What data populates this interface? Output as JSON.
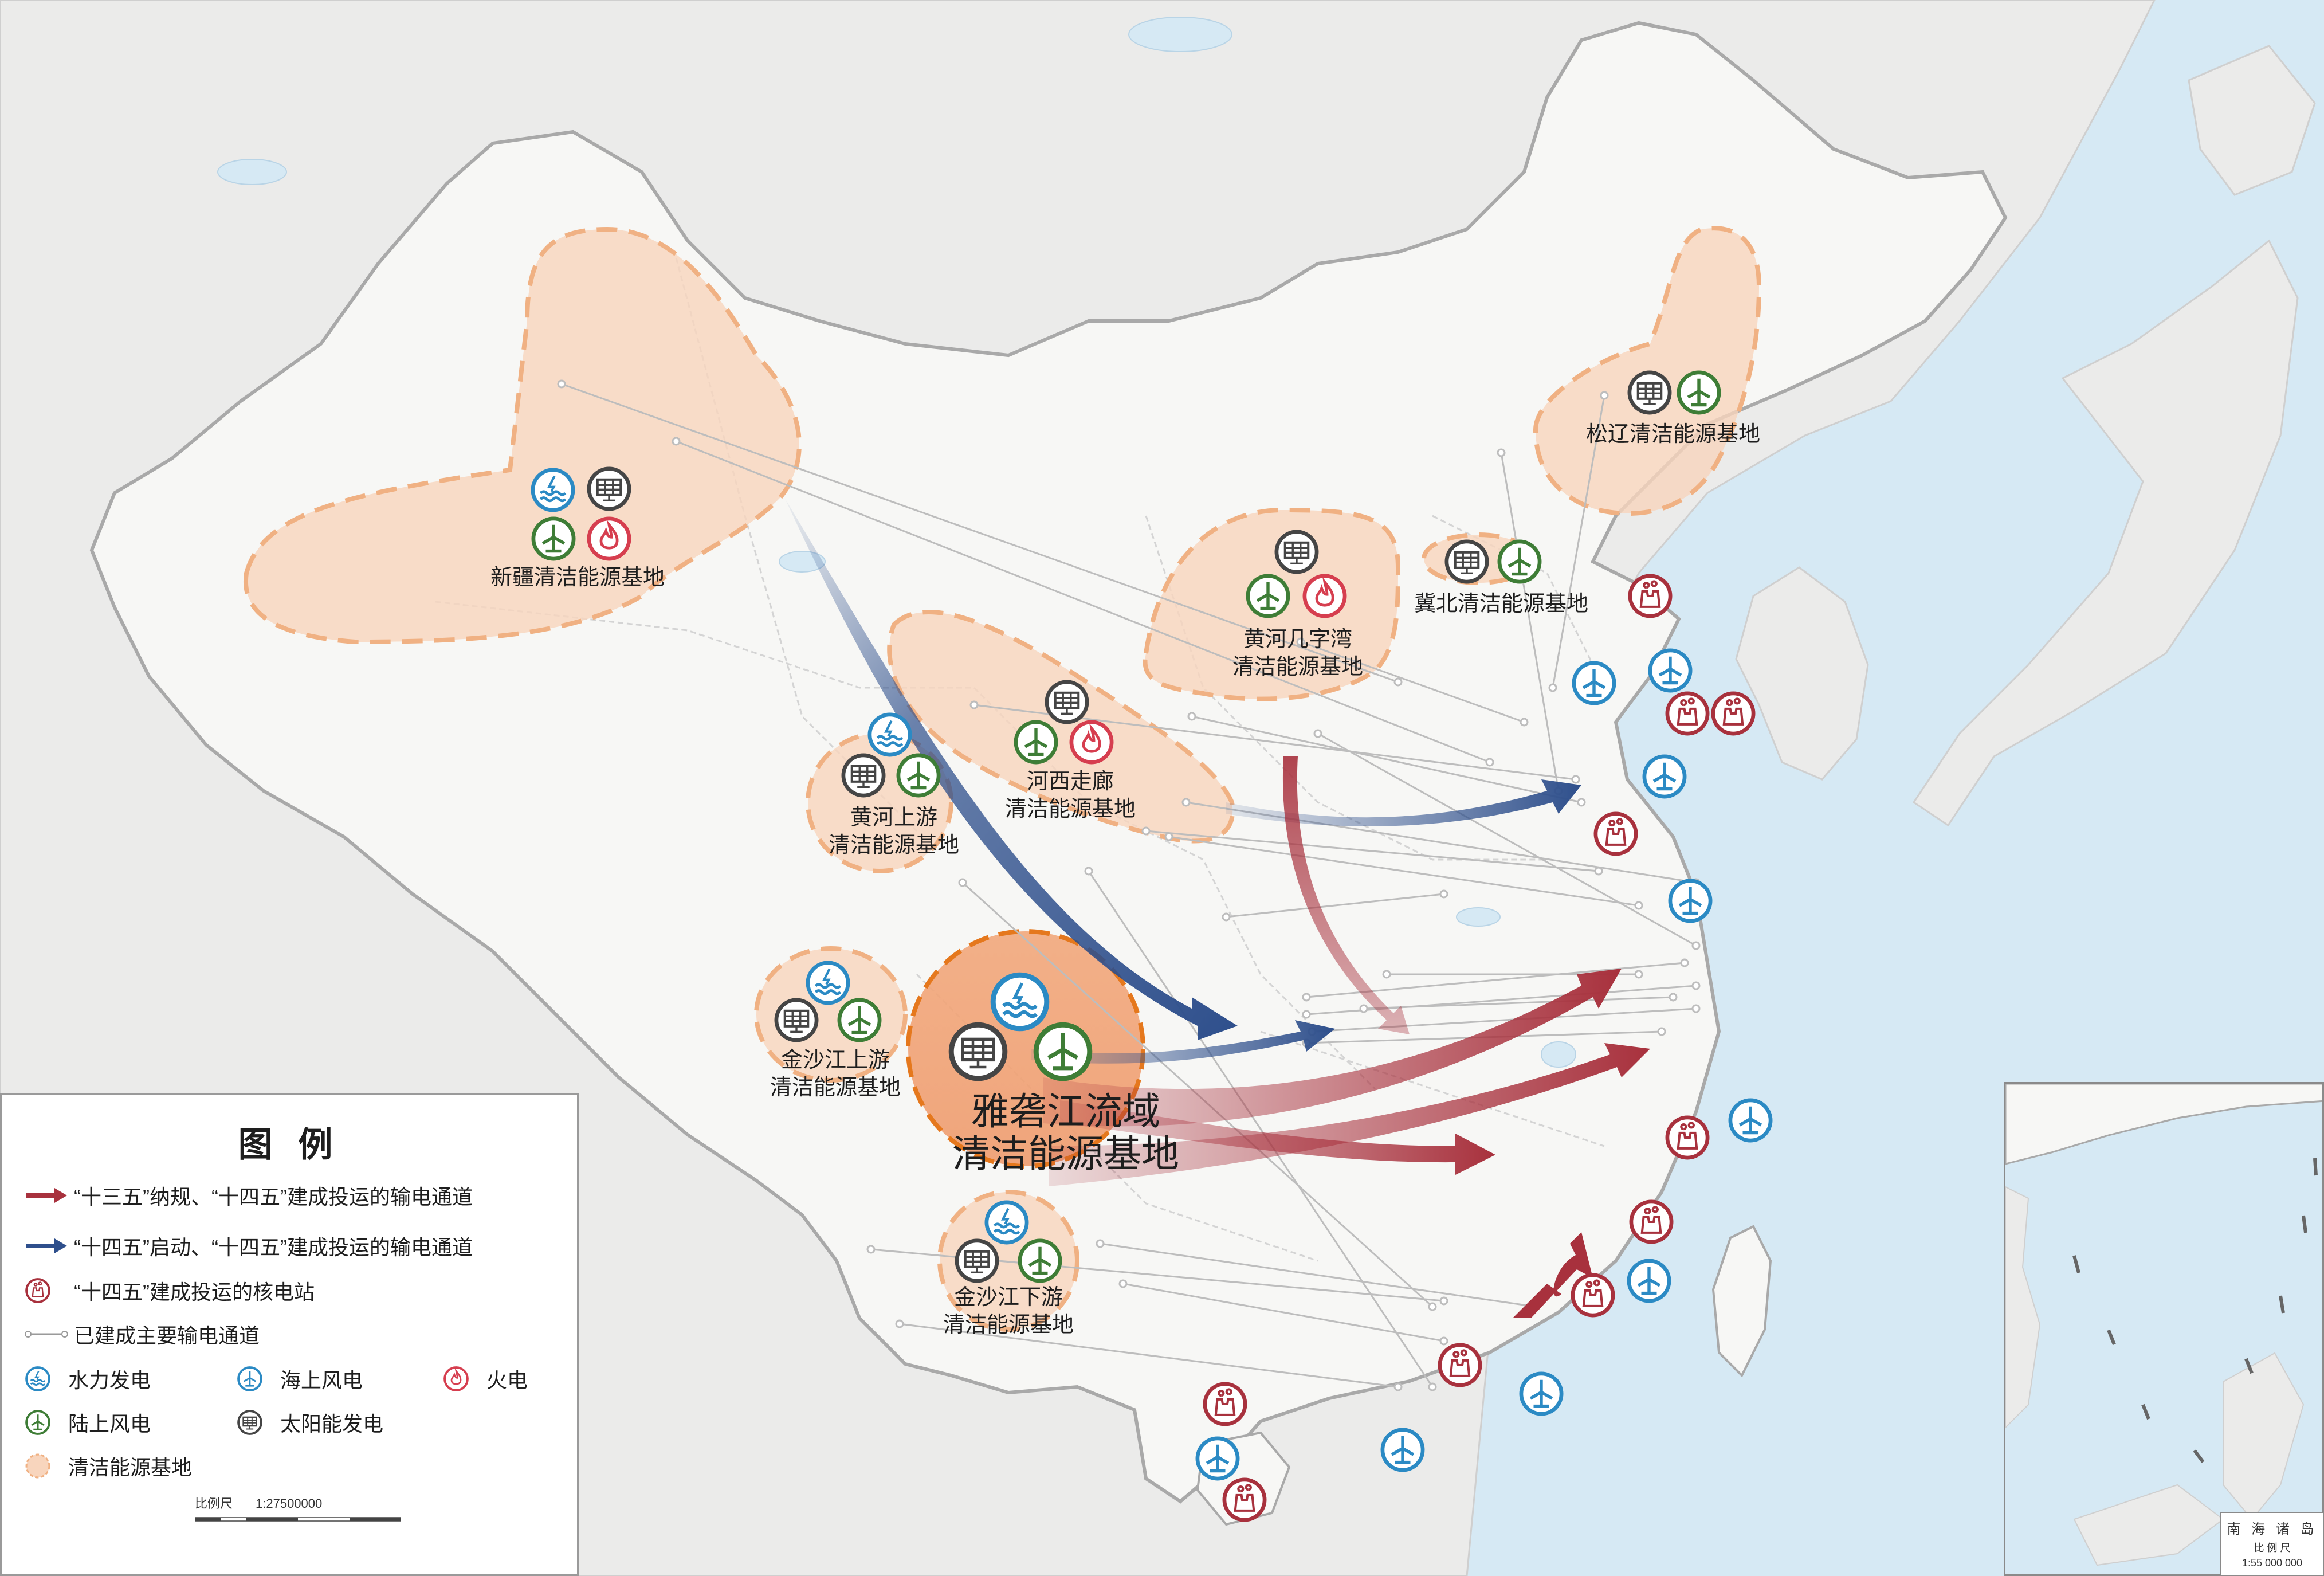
{
  "colors": {
    "sea": "#d6e9f4",
    "land": "#f5f5f3",
    "neighbor_land": "#ebebea",
    "base_fill": "#f8d5bd",
    "base_stroke": "#f0b183",
    "red_arrow": "#a8313d",
    "blue_arrow": "#2e4f8c",
    "grey_line": "#bdbdbd",
    "hydro": "#2b8ac4",
    "wind_onshore": "#3e7d36",
    "thermal": "#d63e4f",
    "solar": "#454545",
    "nuclear": "#a8313d",
    "offshore": "#2b8ac4"
  },
  "bases": [
    {
      "name": "新疆清洁能源基地",
      "icons": [
        "hydro-icon",
        "solar-icon",
        "wind-icon",
        "thermal-icon"
      ]
    },
    {
      "name": "松辽清洁能源基地",
      "icons": [
        "solar-icon",
        "wind-icon"
      ]
    },
    {
      "name": "冀北清洁能源基地",
      "icons": [
        "solar-icon",
        "wind-icon"
      ]
    },
    {
      "name": "黄河几字湾\n清洁能源基地",
      "icons": [
        "solar-icon",
        "wind-icon",
        "thermal-icon"
      ]
    },
    {
      "name": "河西走廊\n清洁能源基地",
      "icons": [
        "solar-icon",
        "wind-icon",
        "thermal-icon"
      ]
    },
    {
      "name": "黄河上游\n清洁能源基地",
      "icons": [
        "hydro-icon",
        "solar-icon",
        "wind-icon"
      ]
    },
    {
      "name": "金沙江上游\n清洁能源基地",
      "icons": [
        "hydro-icon",
        "solar-icon",
        "wind-icon"
      ]
    },
    {
      "name": "雅砻江流域\n清洁能源基地",
      "icons": [
        "hydro-icon",
        "solar-icon",
        "wind-icon"
      ]
    },
    {
      "name": "金沙江下游\n清洁能源基地",
      "icons": [
        "hydro-icon",
        "solar-icon",
        "wind-icon"
      ]
    }
  ],
  "labels": {
    "xinjiang": "新疆清洁能源基地",
    "songliao": "松辽清洁能源基地",
    "jibei": "冀北清洁能源基地",
    "jiziwan_1": "黄河几字湾",
    "jiziwan_2": "清洁能源基地",
    "hexi_1": "河西走廊",
    "hexi_2": "清洁能源基地",
    "huanghe_1": "黄河上游",
    "huanghe_2": "清洁能源基地",
    "jinsha_up_1": "金沙江上游",
    "jinsha_up_2": "清洁能源基地",
    "yalong_1": "雅砻江流域",
    "yalong_2": "清洁能源基地",
    "jinsha_down_1": "金沙江下游",
    "jinsha_down_2": "清洁能源基地"
  },
  "legend": {
    "title": "图 例",
    "red_channel": "“十三五”纳规、“十四五”建成投运的输电通道",
    "blue_channel": "“十四五”启动、“十四五”建成投运的输电通道",
    "nuclear": "“十四五”建成投运的核电站",
    "existing": "已建成主要输电通道",
    "hydro": "水力发电",
    "offshore": "海上风电",
    "thermal": "火电",
    "onshore": "陆上风电",
    "solar": "太阳能发电",
    "base": "清洁能源基地"
  },
  "scale": {
    "label": "比例尺",
    "ratio": "1:27500000"
  },
  "inset": {
    "title": "南 海 诸 岛",
    "scale_label": "比 例 尺",
    "ratio": "1:55 000 000"
  }
}
